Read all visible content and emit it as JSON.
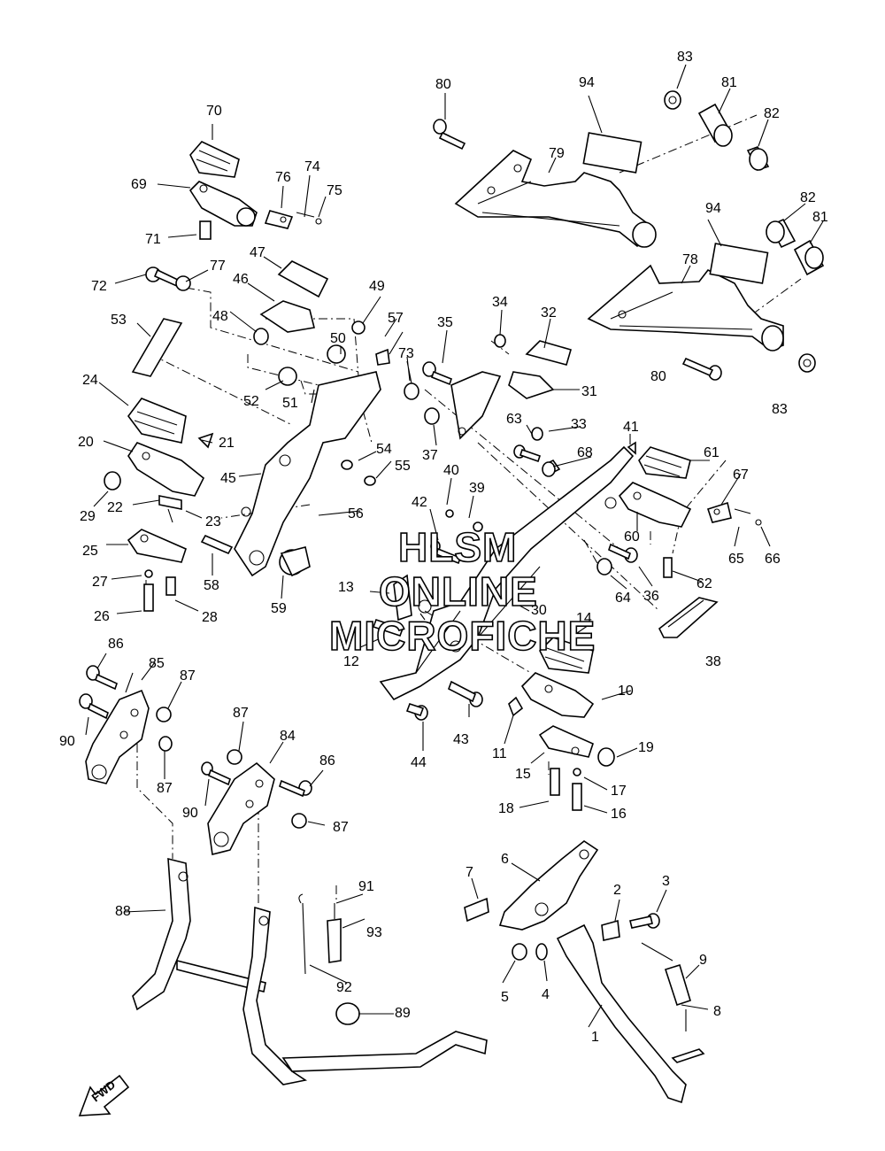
{
  "watermark": {
    "line1": "HLSM",
    "line2": "ONLINE",
    "line3": "MICROFICHE"
  },
  "direction_badge": {
    "label": "FWD"
  },
  "callouts": [
    "1",
    "2",
    "3",
    "4",
    "5",
    "6",
    "7",
    "8",
    "9",
    "10",
    "11",
    "12",
    "13",
    "14",
    "15",
    "16",
    "17",
    "18",
    "19",
    "20",
    "21",
    "22",
    "23",
    "24",
    "25",
    "26",
    "27",
    "28",
    "29",
    "30",
    "31",
    "32",
    "33",
    "34",
    "35",
    "36",
    "37",
    "38",
    "39",
    "40",
    "41",
    "42",
    "43",
    "44",
    "45",
    "46",
    "47",
    "48",
    "49",
    "50",
    "51",
    "52",
    "53",
    "54",
    "55",
    "56",
    "57",
    "58",
    "59",
    "60",
    "61",
    "62",
    "63",
    "64",
    "65",
    "66",
    "67",
    "68",
    "69",
    "70",
    "71",
    "72",
    "73",
    "74",
    "75",
    "76",
    "77",
    "78",
    "79",
    "80",
    "80",
    "81",
    "81",
    "82",
    "82",
    "83",
    "83",
    "84",
    "85",
    "86",
    "86",
    "87",
    "87",
    "87",
    "87",
    "88",
    "89",
    "90",
    "90",
    "91",
    "92",
    "93",
    "94",
    "94"
  ]
}
